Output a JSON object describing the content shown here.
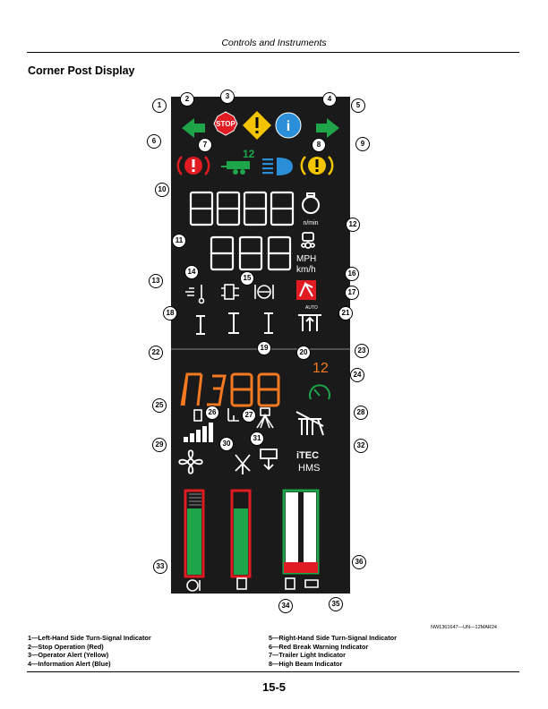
{
  "header": {
    "title": "Controls and Instruments"
  },
  "section": {
    "title": "Corner Post Display"
  },
  "display": {
    "trailer_number": "12",
    "units_rpm": "n/min",
    "units_speed_mph": "MPH",
    "units_speed_kmh": "km/h",
    "auto_label": "AUTO",
    "gear_value": "12",
    "stop_label": "STOP",
    "itec_line1": "iTEC",
    "itec_line2": "HMS"
  },
  "callouts": [
    "1",
    "2",
    "3",
    "4",
    "5",
    "6",
    "7",
    "8",
    "9",
    "10",
    "11",
    "12",
    "13",
    "14",
    "15",
    "16",
    "17",
    "18",
    "19",
    "20",
    "21",
    "22",
    "23",
    "24",
    "25",
    "26",
    "27",
    "28",
    "29",
    "30",
    "31",
    "32",
    "33",
    "34",
    "35",
    "36"
  ],
  "figure_id": "NW1361647—UN—12MAR24",
  "legend": {
    "left": [
      "1—Left-Hand Side Turn-Signal Indicator",
      "2—Stop Operation (Red)",
      "3—Operator Alert (Yellow)",
      "4—Information Alert (Blue)"
    ],
    "right": [
      "5—Right-Hand Side Turn-Signal Indicator",
      "6—Red Break Warning Indicator",
      "7—Trailer Light Indicator",
      "8—High Beam Indicator"
    ]
  },
  "page_number": "15-5",
  "colors": {
    "panel": "#1a1a1a",
    "green": "#1ea54a",
    "red": "#e01b22",
    "yellow": "#f2c500",
    "blue": "#2a8fd8",
    "orange": "#f47920"
  }
}
